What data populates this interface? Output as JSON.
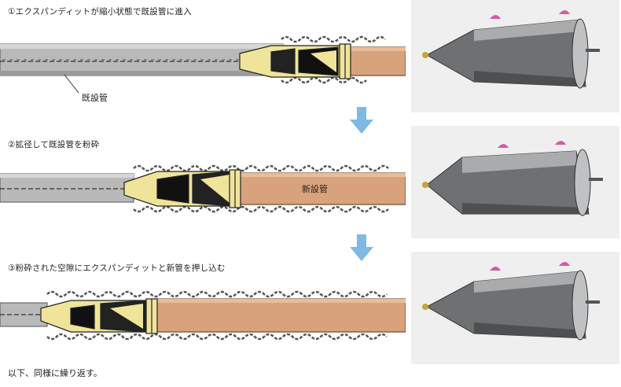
{
  "steps": [
    {
      "label": "①エクスパンディットが縮小状態で既設管に進入",
      "pipe_label": "既設管"
    },
    {
      "label": "②拡径して既設管を粉砕",
      "pipe_label": "新設管"
    },
    {
      "label": "③粉砕された空隙にエクスパンディットと新管を押し込む"
    }
  ],
  "footnote": "以下、同様に繰り返す。",
  "colors": {
    "old_pipe": "#b9b9b9",
    "new_pipe": "#d8a27d",
    "tool_yellow": "#f0e49a",
    "arrow_blue": "#7fb9e4",
    "debris": "#555555"
  },
  "icons": [
    "down-arrow-icon",
    "expander-tool-photo"
  ]
}
